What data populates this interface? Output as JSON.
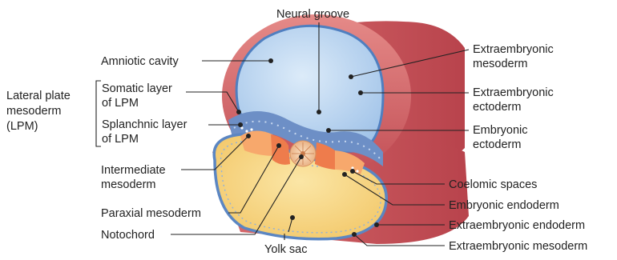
{
  "labels": {
    "neural_groove": "Neural groove",
    "amniotic_cavity": "Amniotic cavity",
    "lpm_title": [
      "Lateral plate",
      "mesoderm",
      "(LPM)"
    ],
    "somatic_layer": [
      "Somatic layer",
      "of LPM"
    ],
    "splanchnic_layer": [
      "Splanchnic layer",
      "of LPM"
    ],
    "intermediate_mesoderm": [
      "Intermediate",
      "mesoderm"
    ],
    "paraxial_mesoderm": "Paraxial mesoderm",
    "notochord": "Notochord",
    "yolk_sac": "Yolk sac",
    "extraembryonic_mesoderm_top": [
      "Extraembryonic",
      "mesoderm"
    ],
    "extraembryonic_ectoderm": [
      "Extraembryonic",
      "ectoderm"
    ],
    "embryonic_ectoderm": [
      "Embryonic",
      "ectoderm"
    ],
    "coelomic_spaces": "Coelomic spaces",
    "embryonic_endoderm": "Embryonic endoderm",
    "extraembryonic_endoderm": "Extraembryonic endoderm",
    "extraembryonic_mesoderm_bottom": "Extraembryonic mesoderm"
  },
  "colors": {
    "outer_mesoderm": "#c9565a",
    "outer_mesoderm_light": "#e58a88",
    "amniotic_fluid": "#bcd6f0",
    "ectoderm_blue": "#5b86c2",
    "yolk": "#f6d37a",
    "paraxial": "#f08a55",
    "notochord": "#f2c9a0"
  }
}
